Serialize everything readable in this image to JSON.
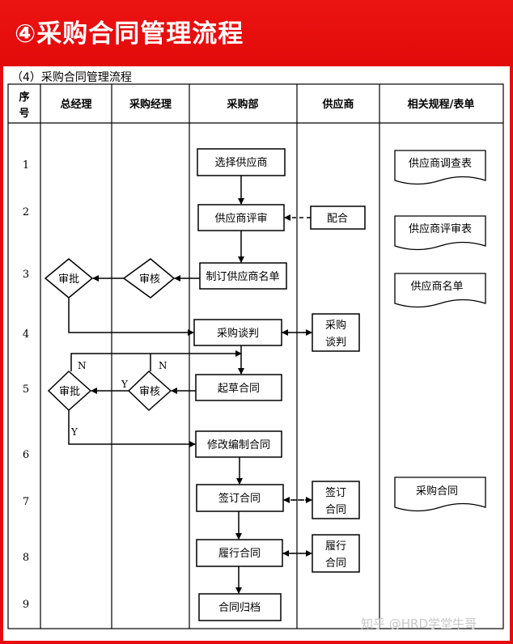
{
  "banner": {
    "title": "④采购合同管理流程"
  },
  "sheet": {
    "title": "（4）采购合同管理流程"
  },
  "headers": {
    "seq_top": "序",
    "seq_bottom": "号",
    "gm": "总经理",
    "pm": "采购经理",
    "dept": "采购部",
    "supplier": "供应商",
    "docs": "相关规程/表单"
  },
  "rows": [
    "1",
    "2",
    "3",
    "4",
    "5",
    "6",
    "7",
    "8",
    "9"
  ],
  "nodes": {
    "select_supplier": "选择供应商",
    "supplier_review": "供应商评审",
    "cooperate": "配合",
    "make_list": "制订供应商名单",
    "pm_audit_1": "审核",
    "gm_approve_1": "审批",
    "negotiate": "采购谈判",
    "negotiate_supplier_1": "采购",
    "negotiate_supplier_2": "谈判",
    "draft_contract": "起草合同",
    "pm_audit_2": "审核",
    "gm_approve_2": "审批",
    "revise_contract": "修改编制合同",
    "sign_contract": "签订合同",
    "sign_supplier_1": "签订",
    "sign_supplier_2": "合同",
    "perform_contract": "履行合同",
    "perform_supplier_1": "履行",
    "perform_supplier_2": "合同",
    "archive": "合同归档"
  },
  "documents": {
    "doc1": "供应商调查表",
    "doc2": "供应商评审表",
    "doc3": "供应商名单",
    "doc4": "采购合同"
  },
  "edge_labels": {
    "n1": "N",
    "n2": "N",
    "y1": "Y",
    "y2": "Y"
  },
  "watermark": "知乎 @HRD学堂牛哥"
}
